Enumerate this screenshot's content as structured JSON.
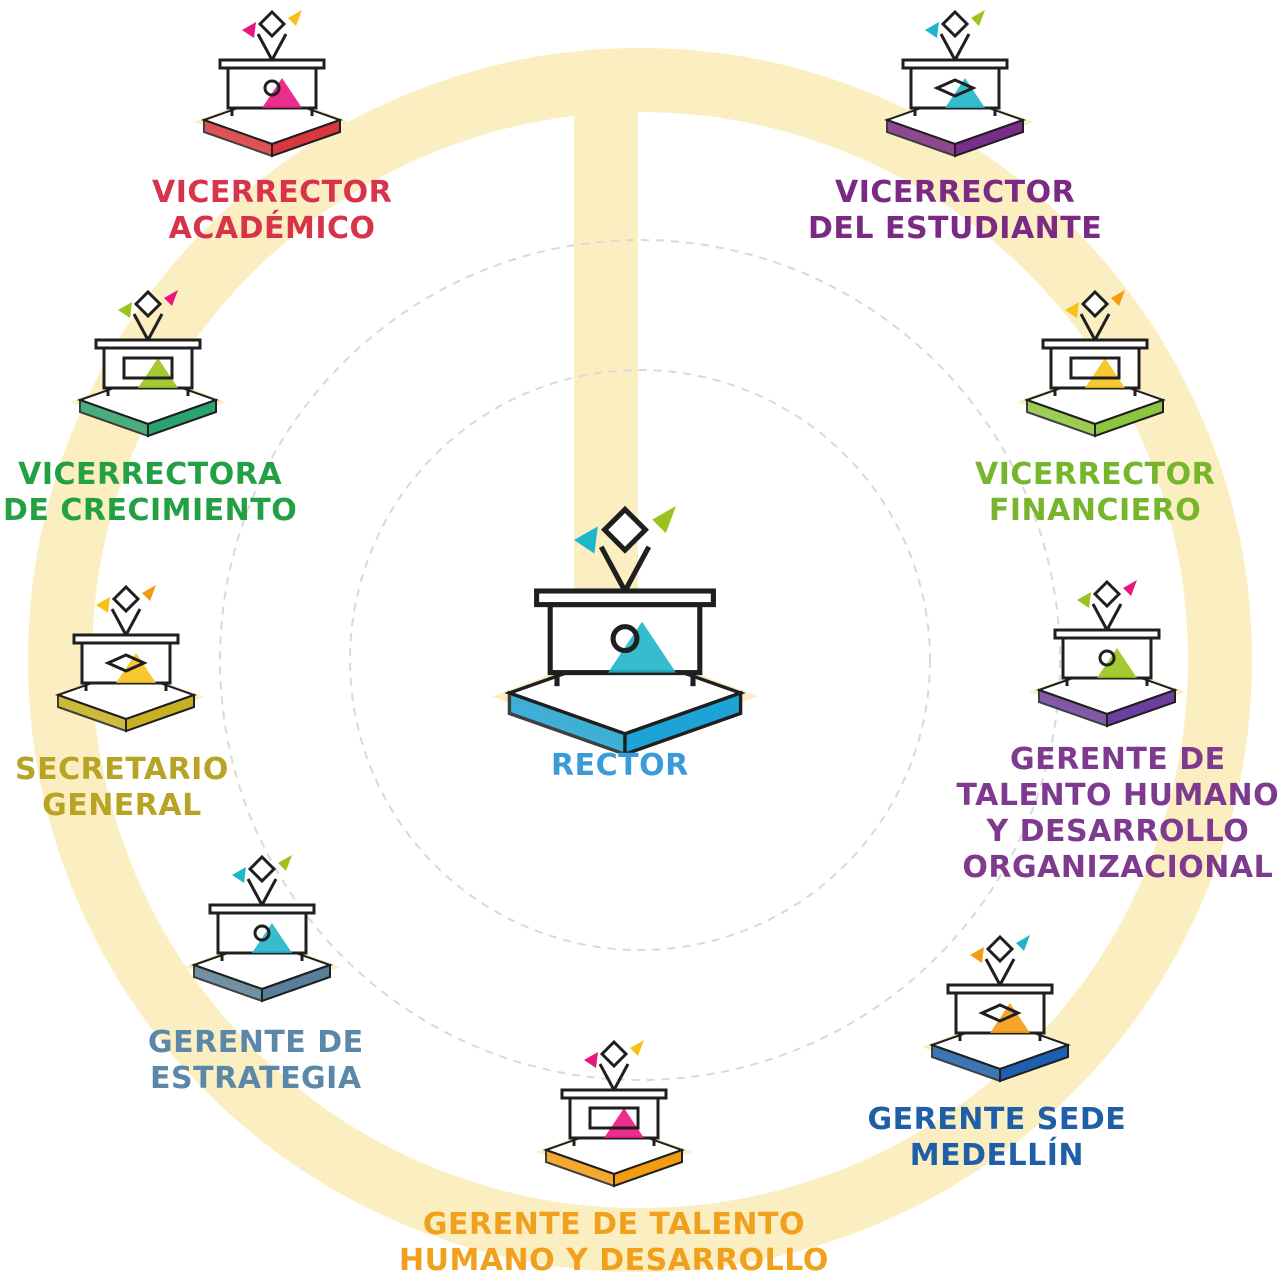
{
  "colors": {
    "ring": "#fbeec1",
    "dash": "#d9d9d9",
    "stroke": "#1f1f1f",
    "magenta": "#e8177f",
    "cyan": "#1fb6c9",
    "yellow": "#f6c21a",
    "orange": "#f39c12",
    "lime": "#9ac31d",
    "purple": "#7b2d8e"
  },
  "center": {
    "name": "rector",
    "lines": [
      "RECTOR"
    ],
    "color": "#3a9bd9",
    "base_color": "#1ea3d6",
    "icon": "desk-with-box-icon"
  },
  "nodes": [
    {
      "name": "vicerrector-academico",
      "lines": [
        "VICERRECTOR",
        "ACADÉMICO"
      ],
      "color": "#d7334a",
      "base_color": "#d9363e",
      "icon": "tangram-desk-icon"
    },
    {
      "name": "vicerrector-del-estudiante",
      "lines": [
        "VICERRECTOR",
        "DEL ESTUDIANTE"
      ],
      "color": "#7b2a84",
      "base_color": "#7a2c8a",
      "icon": "money-desk-icon"
    },
    {
      "name": "vicerrector-financiero",
      "lines": [
        "VICERRECTOR",
        "FINANCIERO"
      ],
      "color": "#77b62c",
      "base_color": "#8cc63f",
      "icon": "coin-desk-icon"
    },
    {
      "name": "gerente-talento-humano-derecha",
      "lines": [
        "GERENTE DE",
        "TALENTO HUMANO",
        "Y DESARROLLO",
        "ORGANIZACIONAL"
      ],
      "color": "#7e3a8e",
      "base_color": "#6b3fa0",
      "icon": "windmill-desk-icon"
    },
    {
      "name": "gerente-sede-medellin",
      "lines": [
        "GERENTE SEDE",
        "MEDELLÍN"
      ],
      "color": "#1f5fa8",
      "base_color": "#1d5fb0",
      "icon": "safe-desk-icon"
    },
    {
      "name": "gerente-talento-humano-abajo",
      "lines": [
        "GERENTE DE TALENTO",
        "HUMANO Y DESARROLLO"
      ],
      "color": "#f0a01c",
      "base_color": "#f39c12",
      "icon": "figure-money-desk-icon"
    },
    {
      "name": "gerente-de-estrategia",
      "lines": [
        "GERENTE DE",
        "ESTRATEGIA"
      ],
      "color": "#5b88a8",
      "base_color": "#5a7f9a",
      "icon": "flag-desk-icon"
    },
    {
      "name": "secretario-general",
      "lines": [
        "SECRETARIO",
        "GENERAL"
      ],
      "color": "#b8a424",
      "base_color": "#c7b122",
      "icon": "coin-desk-yellow-icon"
    },
    {
      "name": "vicerrectora-de-crecimiento",
      "lines": [
        "VICERRECTORA",
        "DE CRECIMIENTO"
      ],
      "color": "#23a043",
      "base_color": "#2ba370",
      "icon": "camera-desk-icon"
    }
  ]
}
